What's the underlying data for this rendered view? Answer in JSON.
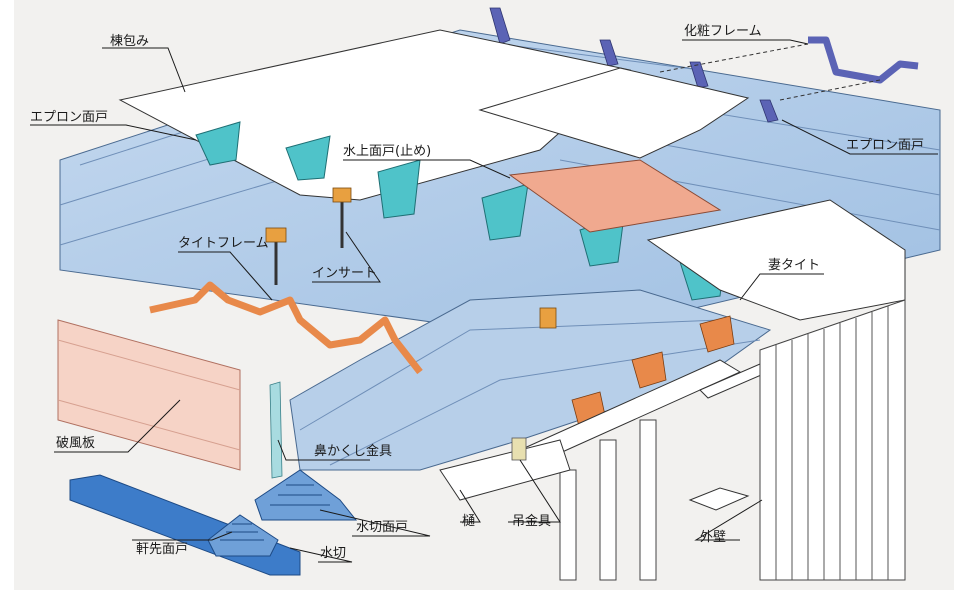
{
  "colors": {
    "roof_blue": "#b7cfe9",
    "roof_blue_dark": "#8fb0d6",
    "steel_blue": "#3d7cc9",
    "teal": "#4fc3c9",
    "orange": "#e8894a",
    "salmon": "#f0a98f",
    "pink_board": "#f6d3c6",
    "purple_trim": "#5b63b5",
    "background": "#f2f1ef"
  },
  "labels": {
    "ridge_cover": "棟包み",
    "apron_left": "エプロン面戸",
    "decorative_frame": "化粧フレーム",
    "apron_right": "エプロン面戸",
    "upper_closure": "水上面戸(止め)",
    "tight_frame": "タイトフレーム",
    "insert": "インサート",
    "gable_tight": "妻タイト",
    "barge_board": "破風板",
    "nose_bracket": "鼻かくし金具",
    "drip_closure": "水切面戸",
    "eave_closure": "軒先面戸",
    "drip": "水切",
    "gutter": "樋",
    "hanger": "吊金具",
    "outer_wall": "外壁"
  }
}
